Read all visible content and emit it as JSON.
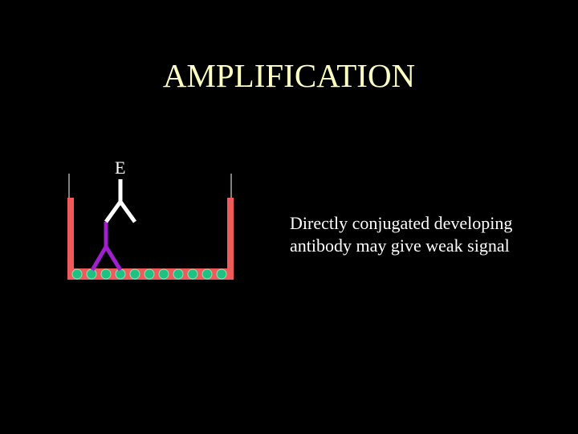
{
  "slide": {
    "title": "AMPLIFICATION"
  },
  "diagram": {
    "enzyme_label": "E",
    "antigen_count": 11,
    "colors": {
      "well": "#f05a5a",
      "antigen": "#20c080",
      "antigen_outline": "#7fe6c0",
      "primary_antibody": "#a020d0",
      "secondary_antibody": "#ffffff",
      "well_rim": "#ffffff"
    }
  },
  "caption": {
    "line1": "Directly conjugated developing",
    "line2": "antibody may give weak signal"
  },
  "colors": {
    "background": "#000000",
    "title": "#ffffc0",
    "text": "#ffffff"
  }
}
